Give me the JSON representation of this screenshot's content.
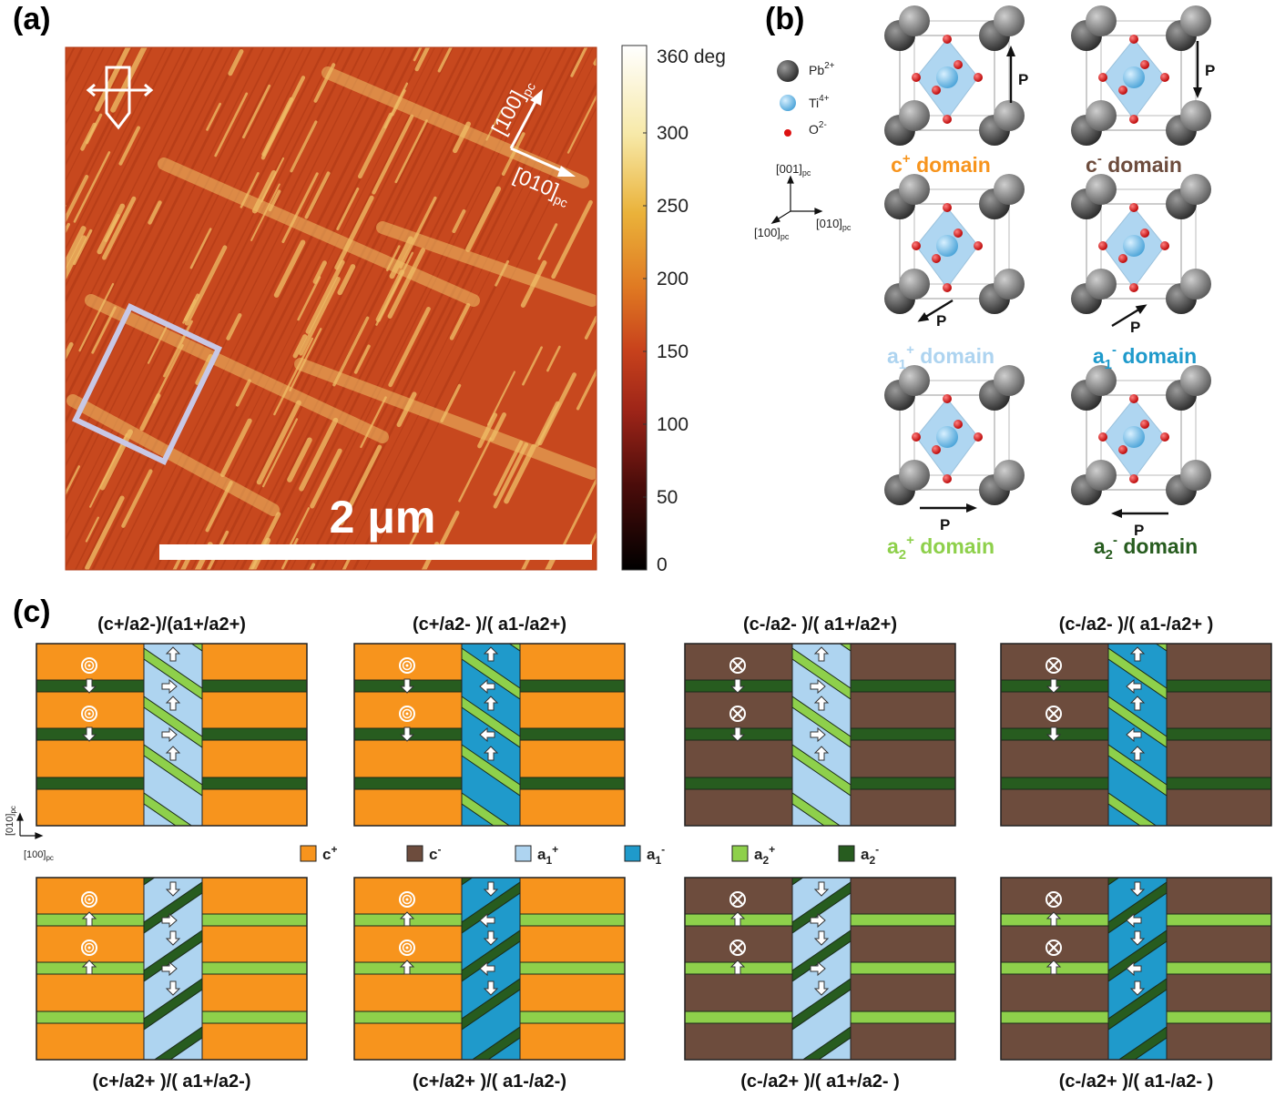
{
  "figure": {
    "panel_labels": [
      "(a)",
      "(b)",
      "(c)"
    ]
  },
  "panel_a": {
    "scale_bar_label": "2 μm",
    "direction_labels": [
      "[100]",
      "pc",
      "[010]",
      "pc"
    ],
    "colorbar": {
      "ticks": [
        "360 deg",
        "300",
        "250",
        "200",
        "150",
        "100",
        "50",
        "0"
      ],
      "tick_values": [
        360,
        300,
        250,
        200,
        150,
        100,
        50,
        0
      ],
      "range": [
        0,
        360
      ]
    },
    "colors": {
      "base": "#c7481e",
      "bright": "#f0c068",
      "frame": "#c8c8e6"
    }
  },
  "panel_b": {
    "ions": [
      {
        "label": "Pb",
        "charge": "2+",
        "color": "#444444"
      },
      {
        "label": "Ti",
        "charge": "4+",
        "color": "#7fc3ea"
      },
      {
        "label": "O",
        "charge": "2-",
        "color": "#dd1111"
      }
    ],
    "axes": [
      "[001]",
      "pc",
      "[100]",
      "pc",
      "[010]",
      "pc"
    ],
    "polarization": "P",
    "domains": [
      {
        "name": "c",
        "sup": "+",
        "sub": "",
        "rest": " domain",
        "color": "#f7941d"
      },
      {
        "name": "c",
        "sup": "-",
        "sub": "",
        "rest": " domain",
        "color": "#6d4c3d"
      },
      {
        "name": "a",
        "sup": "+",
        "sub": "1",
        "rest": " domain",
        "color": "#aed4f0"
      },
      {
        "name": "a",
        "sup": "-",
        "sub": "1",
        "rest": " domain",
        "color": "#1f9acb"
      },
      {
        "name": "a",
        "sup": "+",
        "sub": "2",
        "rest": " domain",
        "color": "#8ed04b"
      },
      {
        "name": "a",
        "sup": "-",
        "sub": "2",
        "rest": " domain",
        "color": "#275c1f"
      }
    ]
  },
  "panel_c": {
    "axes": [
      "[010]",
      "pc",
      "[100]",
      "pc"
    ],
    "legend": [
      {
        "base": "c",
        "sup": "+",
        "sub": "",
        "color": "#f7941d"
      },
      {
        "base": "c",
        "sup": "-",
        "sub": "",
        "color": "#6d4c3d"
      },
      {
        "base": "a",
        "sup": "+",
        "sub": "1",
        "color": "#aed4f0"
      },
      {
        "base": "a",
        "sup": "-",
        "sub": "1",
        "color": "#1f9acb"
      },
      {
        "base": "a",
        "sup": "+",
        "sub": "2",
        "color": "#8ed04b"
      },
      {
        "base": "a",
        "sup": "-",
        "sub": "2",
        "color": "#275c1f"
      }
    ],
    "diagrams": [
      {
        "title": "(c+/a2-)/(a1+/a2+)",
        "bg": "c+",
        "strip": "a1+",
        "hband": "a2-",
        "slant": "a2+",
        "normal_symbol": "dot",
        "hband_arrow": "down",
        "strip_arrow": "right",
        "slant_arrow": "up"
      },
      {
        "title": "(c+/a2- )/( a1-/a2+)",
        "bg": "c+",
        "strip": "a1-",
        "hband": "a2-",
        "slant": "a2+",
        "normal_symbol": "dot",
        "hband_arrow": "down",
        "strip_arrow": "left",
        "slant_arrow": "up"
      },
      {
        "title": "(c-/a2- )/( a1+/a2+)",
        "bg": "c-",
        "strip": "a1+",
        "hband": "a2-",
        "slant": "a2+",
        "normal_symbol": "cross",
        "hband_arrow": "down",
        "strip_arrow": "right",
        "slant_arrow": "up"
      },
      {
        "title": "(c-/a2- )/( a1-/a2+ )",
        "bg": "c-",
        "strip": "a1-",
        "hband": "a2-",
        "slant": "a2+",
        "normal_symbol": "cross",
        "hband_arrow": "down",
        "strip_arrow": "left",
        "slant_arrow": "up"
      },
      {
        "title": "(c+/a2+ )/( a1+/a2-)",
        "bg": "c+",
        "strip": "a1+",
        "hband": "a2+",
        "slant": "a2-",
        "normal_symbol": "dot",
        "hband_arrow": "up",
        "strip_arrow": "right",
        "slant_arrow": "down"
      },
      {
        "title": "(c+/a2+ )/( a1-/a2-)",
        "bg": "c+",
        "strip": "a1-",
        "hband": "a2+",
        "slant": "a2-",
        "normal_symbol": "dot",
        "hband_arrow": "up",
        "strip_arrow": "left",
        "slant_arrow": "down"
      },
      {
        "title": "(c-/a2+ )/( a1+/a2- )",
        "bg": "c-",
        "strip": "a1+",
        "hband": "a2+",
        "slant": "a2-",
        "normal_symbol": "cross",
        "hband_arrow": "up",
        "strip_arrow": "right",
        "slant_arrow": "down"
      },
      {
        "title": "(c-/a2+ )/( a1-/a2- )",
        "bg": "c-",
        "strip": "a1-",
        "hband": "a2+",
        "slant": "a2-",
        "normal_symbol": "cross",
        "hband_arrow": "up",
        "strip_arrow": "left",
        "slant_arrow": "down"
      }
    ]
  }
}
